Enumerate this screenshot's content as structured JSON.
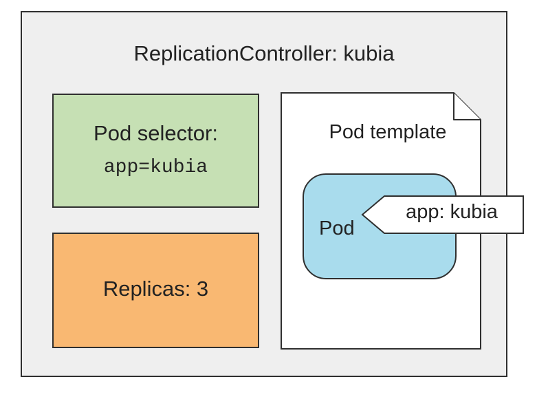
{
  "replication_controller": {
    "title": "ReplicationController: kubia",
    "pod_selector": {
      "label": "Pod selector:",
      "value": "app=kubia"
    },
    "replicas": {
      "label": "Replicas: 3"
    },
    "pod_template": {
      "label": "Pod template",
      "pod": {
        "label": "Pod",
        "tag": "app: kubia"
      }
    }
  },
  "colors": {
    "background": "#efefef",
    "selector_fill": "#c6e0b4",
    "replicas_fill": "#f9b872",
    "pod_fill": "#a9dced",
    "border": "#2f2f2f"
  }
}
